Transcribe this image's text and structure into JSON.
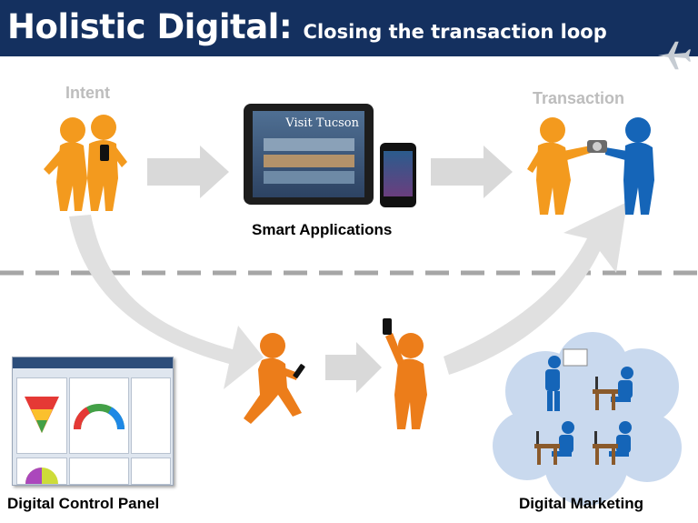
{
  "header": {
    "title_main": "Holistic Digital:",
    "title_sub": "Closing the transaction loop",
    "background": "#14305f",
    "icon": "airplane-icon"
  },
  "labels": {
    "intent": "Intent",
    "transaction": "Transaction",
    "smart_applications": "Smart Applications",
    "digital_control_panel": "Digital Control Panel",
    "digital_marketing": "Digital Marketing"
  },
  "devices": {
    "tablet_heading": "Visit Tucson"
  },
  "colors": {
    "person_orange": "#f39a1e",
    "person_blue": "#1565b8",
    "arrow_gray": "#d9d9d9",
    "cloud_blue": "#c9d9ee",
    "divider": "#a6a6a6"
  }
}
